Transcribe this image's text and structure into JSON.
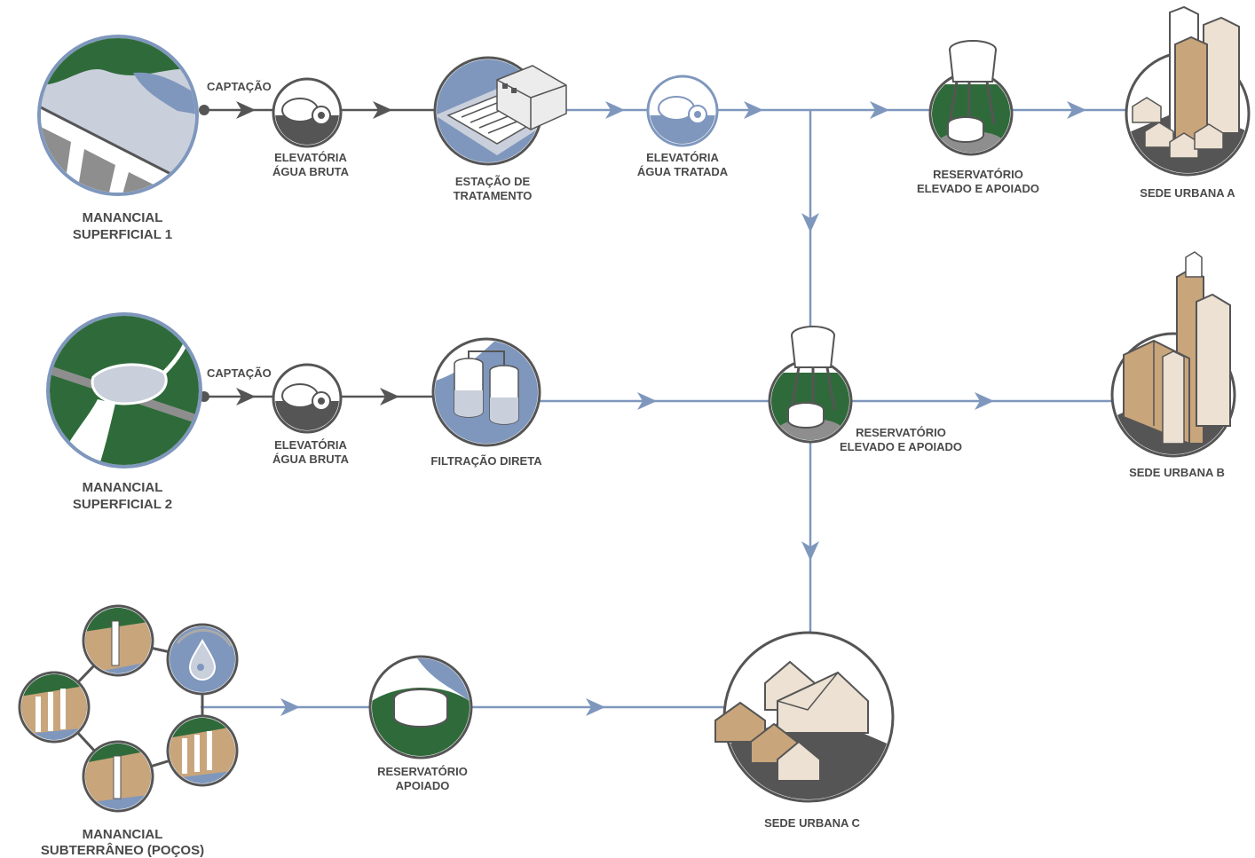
{
  "labels": {
    "manancial1": [
      "MANANCIAL",
      "SUPERFICIAL 1"
    ],
    "manancial2": [
      "MANANCIAL",
      "SUPERFICIAL 2"
    ],
    "manancial3": [
      "MANANCIAL",
      "SUBTERRÂNEO (POÇOS)"
    ],
    "captacao1": "CAPTAÇÃO",
    "captacao2": "CAPTAÇÃO",
    "elevatoria_bruta1": [
      "ELEVATÓRIA",
      "ÁGUA BRUTA"
    ],
    "elevatoria_bruta2": [
      "ELEVATÓRIA",
      "ÁGUA BRUTA"
    ],
    "estacao_tratamento": [
      "ESTAÇÃO DE",
      "TRATAMENTO"
    ],
    "elevatoria_tratada": [
      "ELEVATÓRIA",
      "ÁGUA TRATADA"
    ],
    "reservatorio_a": [
      "RESERVATÓRIO",
      "ELEVADO E APOIADO"
    ],
    "reservatorio_b": [
      "RESERVATÓRIO",
      "ELEVADO E APOIADO"
    ],
    "reservatorio_c": [
      "RESERVATÓRIO",
      "APOIADO"
    ],
    "filtracao_direta": "FILTRAÇÃO DIRETA",
    "sede_a": "SEDE URBANA A",
    "sede_b": "SEDE URBANA B",
    "sede_c": "SEDE URBANA C"
  },
  "colors": {
    "pipe_raw": "#555555",
    "pipe_treated": "#7f97bd",
    "ring": "#555555",
    "water": "#7f97bd",
    "green": "#2f6b3a",
    "ground": "#8e8e8e",
    "building_tan": "#c9a57c",
    "building_light": "#ece1d2"
  }
}
